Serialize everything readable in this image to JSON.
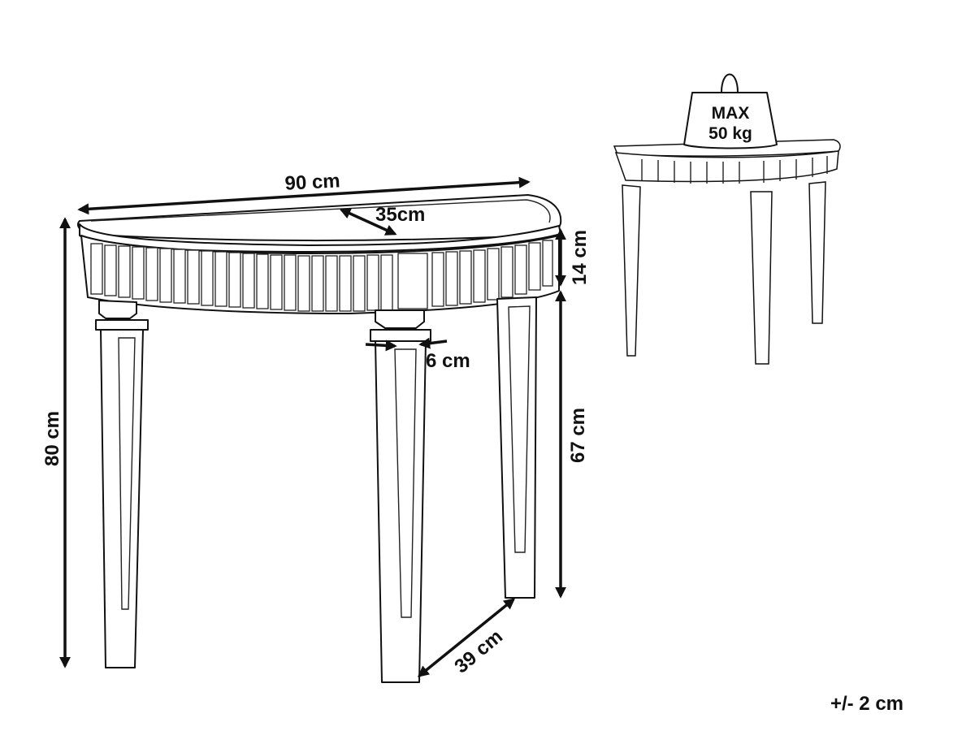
{
  "dimensions": {
    "width": "90 cm",
    "depth": "35cm",
    "apron_height": "14 cm",
    "leg_width": "6 cm",
    "total_height": "80 cm",
    "leg_height": "67 cm",
    "leg_span": "39 cm"
  },
  "weight_limit": {
    "line1": "MAX",
    "line2": "50 kg"
  },
  "tolerance": "+/- 2 cm",
  "colors": {
    "line": "#111111",
    "background": "#ffffff"
  }
}
